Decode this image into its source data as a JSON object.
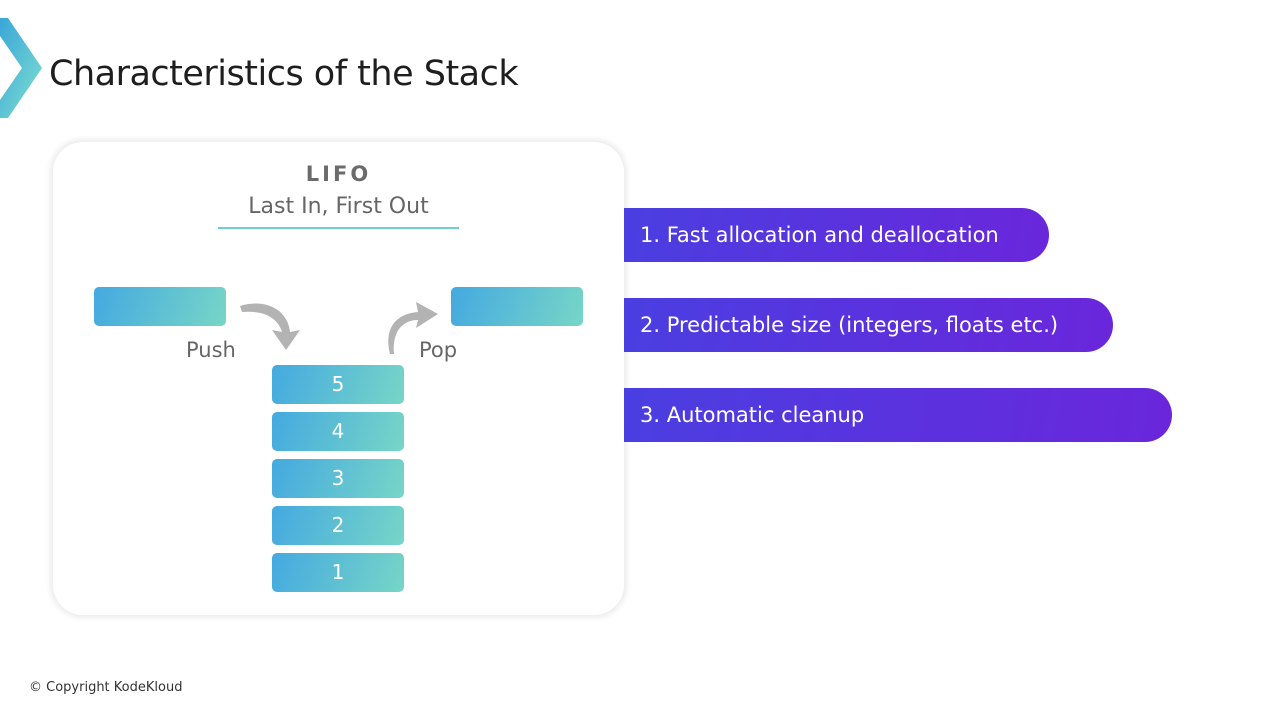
{
  "title": "Characteristics of the Stack",
  "diagram": {
    "heading": "LIFO",
    "subheading": "Last In, First Out",
    "push_label": "Push",
    "pop_label": "Pop",
    "stack_items": [
      "5",
      "4",
      "3",
      "2",
      "1"
    ]
  },
  "characteristics": [
    "1. Fast allocation and deallocation",
    "2. Predictable size (integers, floats etc.)",
    "3. Automatic cleanup"
  ],
  "footer": "© Copyright KodeKloud",
  "colors": {
    "accent_teal": "#6dd0cf",
    "pill_start": "#4a3fe0",
    "pill_end": "#6a26db"
  }
}
